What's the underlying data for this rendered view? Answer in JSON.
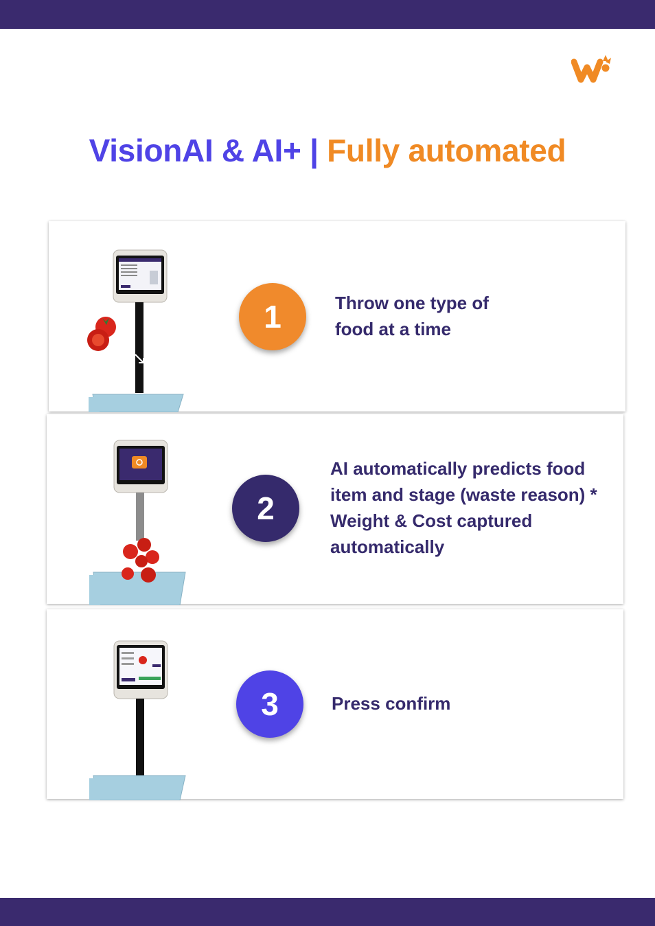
{
  "title": {
    "part1": "VisionAI & AI+ | ",
    "part2": "Fully automated",
    "color_blue": "#4f43e6",
    "color_orange": "#f08a24"
  },
  "brand": {
    "logo_icon": "winnow-logo-icon",
    "bar_color": "#3a2a6e"
  },
  "steps": [
    {
      "number": "1",
      "text": "Throw one type of food at a time",
      "color": "#f08a2c",
      "illustration": "tomatoes-thrown-icon"
    },
    {
      "number": "2",
      "text": "AI automatically predicts food item and stage (waste reason) * Weight & Cost captured automatically",
      "color": "#352a6c",
      "illustration": "tomatoes-falling-icon"
    },
    {
      "number": "3",
      "text": "Press confirm",
      "color": "#4f43e6",
      "illustration": "confirm-screen-icon"
    }
  ]
}
